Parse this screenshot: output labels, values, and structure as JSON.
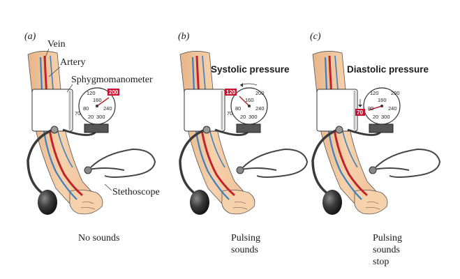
{
  "labels": {
    "vein": "Vein",
    "artery": "Artery",
    "sphygmomanometer": "Sphygmomanometer",
    "stethoscope": "Stethoscope"
  },
  "panels": [
    {
      "letter": "(a)",
      "heading": "",
      "dial_ticks": [
        "120",
        "160",
        "80",
        "240",
        "70",
        "20",
        "300"
      ],
      "tag": "200",
      "caption_lines": [
        "No sounds"
      ]
    },
    {
      "letter": "(b)",
      "heading": "Systolic pressure",
      "dial_ticks": [
        "200",
        "160",
        "80",
        "240",
        "70",
        "20",
        "300"
      ],
      "tag": "120",
      "caption_lines": [
        "Pulsing",
        "sounds"
      ]
    },
    {
      "letter": "(c)",
      "heading": "Diastolic pressure",
      "dial_ticks": [
        "120",
        "200",
        "160",
        "80",
        "240",
        "20",
        "300"
      ],
      "tag": "70",
      "caption_lines": [
        "Pulsing",
        "sounds",
        "stop"
      ]
    }
  ],
  "colors": {
    "skin": "#f6d2ac",
    "skin_shadow": "#e8b58a",
    "artery": "#c0242b",
    "vein": "#3c7fc0",
    "cuff": "#ffffff",
    "rubber": "#3a3a3a",
    "tag": "#c8102e"
  }
}
